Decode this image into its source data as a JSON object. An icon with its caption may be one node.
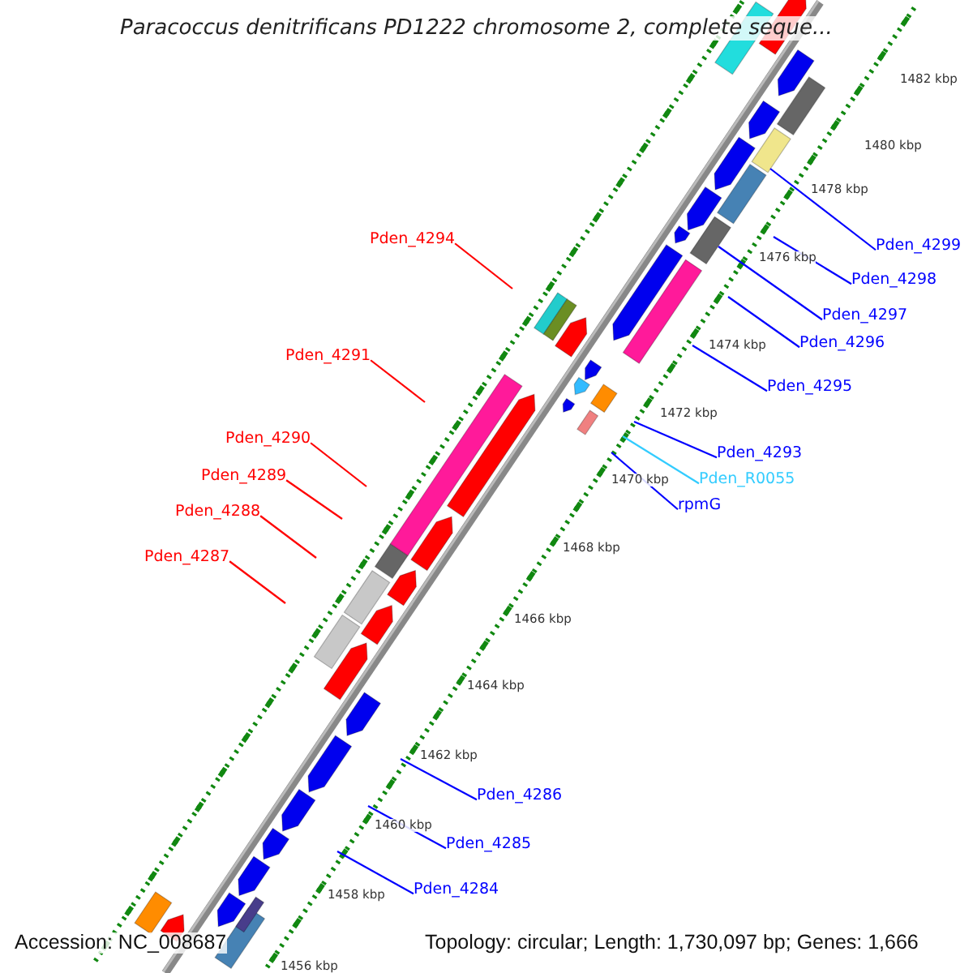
{
  "diagram": {
    "title": "Paracoccus denitrificans PD1222 chromosome 2, complete seque...",
    "nodes": [
      {
        "text": [
          "Pden_4294"
        ]
      },
      {
        "text": [
          "Pden_4299"
        ]
      },
      {
        "text": [
          "Pden_4298"
        ]
      },
      {
        "text": [
          "Pden_4297"
        ]
      },
      {
        "text": [
          "Pden_4296"
        ]
      },
      {
        "text": [
          "Pden_4291"
        ]
      },
      {
        "text": [
          "Pden_4295"
        ]
      },
      {
        "text": [
          "Pden_4290"
        ]
      },
      {
        "text": [
          "Pden_4293"
        ]
      },
      {
        "text": [
          "Pden_4289"
        ]
      },
      {
        "text": [
          "Pden_R0055"
        ]
      },
      {
        "text": [
          "rpmG"
        ]
      },
      {
        "text": [
          "Pden_4288"
        ]
      },
      {
        "text": [
          "Pden_4287"
        ]
      },
      {
        "text": [
          "Pden_4286"
        ]
      },
      {
        "text": [
          "Pden_4285"
        ]
      },
      {
        "text": [
          "Pden_4284"
        ]
      }
    ],
    "edges": [
      {
        "from": 0,
        "to": null,
        "arrow": "none",
        "color": "#ff0000"
      },
      {
        "from": 1,
        "to": null,
        "arrow": "none"
      },
      {
        "from": 2,
        "to": null,
        "arrow": "none"
      },
      {
        "from": 3,
        "to": null,
        "arrow": "none"
      },
      {
        "from": 4,
        "to": null,
        "arrow": "none"
      },
      {
        "from": 5,
        "to": null,
        "arrow": "none",
        "color": "#ff0000"
      },
      {
        "from": 6,
        "to": null,
        "arrow": "none"
      },
      {
        "from": 7,
        "to": null,
        "arrow": "none",
        "color": "#ff0000"
      },
      {
        "from": 8,
        "to": null,
        "arrow": "none"
      },
      {
        "from": 9,
        "to": null,
        "arrow": "none",
        "color": "#ff0000"
      },
      {
        "from": 10,
        "to": null,
        "arrow": "none",
        "color": "#33ccff"
      },
      {
        "from": 11,
        "to": null,
        "arrow": "none"
      },
      {
        "from": 12,
        "to": null,
        "arrow": "none",
        "color": "#ff0000"
      },
      {
        "from": 13,
        "to": null,
        "arrow": "none",
        "color": "#ff0000"
      },
      {
        "from": 14,
        "to": null,
        "arrow": "none"
      },
      {
        "from": 15,
        "to": null,
        "arrow": "none"
      },
      {
        "from": 16,
        "to": null,
        "arrow": "none"
      }
    ],
    "labels": [
      "1482 kbp",
      "1480 kbp",
      "1478 kbp",
      "1476 kbp",
      "1474 kbp",
      "1472 kbp",
      "1470 kbp",
      "1468 kbp",
      "1466 kbp",
      "1464 kbp",
      "1462 kbp",
      "1460 kbp",
      "1458 kbp",
      "1456 kbp",
      "Accession: NC_008687",
      "Topology: circular; Length: 1,730,097 bp; Genes: 1,666"
    ]
  }
}
